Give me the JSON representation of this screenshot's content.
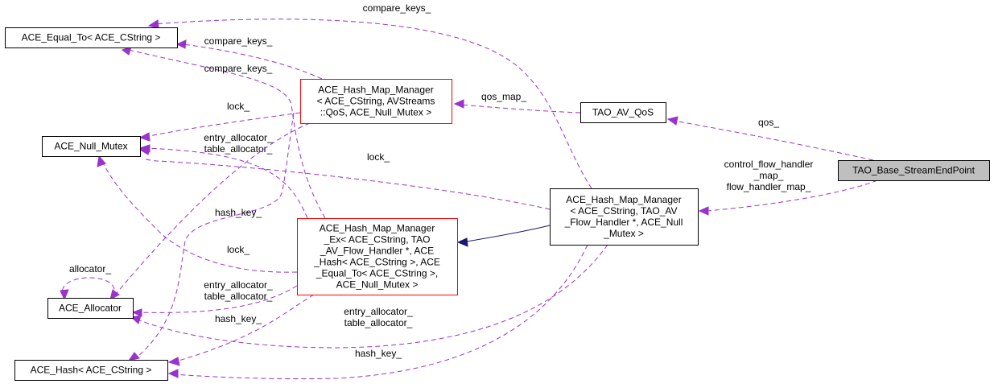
{
  "diagram": {
    "type": "collaboration-graph",
    "nodes": [
      {
        "id": "equal_to",
        "lines": [
          "ACE_Equal_To< ACE_CString >"
        ],
        "style": "normal"
      },
      {
        "id": "null_mutex",
        "lines": [
          "ACE_Null_Mutex"
        ],
        "style": "normal"
      },
      {
        "id": "allocator",
        "lines": [
          "ACE_Allocator"
        ],
        "style": "normal"
      },
      {
        "id": "hash",
        "lines": [
          "ACE_Hash< ACE_CString >"
        ],
        "style": "normal"
      },
      {
        "id": "hmm_qos",
        "lines": [
          "ACE_Hash_Map_Manager",
          "< ACE_CString, AVStreams",
          "::QoS, ACE_Null_Mutex >"
        ],
        "style": "red"
      },
      {
        "id": "hmm_ex",
        "lines": [
          "ACE_Hash_Map_Manager",
          "_Ex< ACE_CString, TAO",
          "_AV_Flow_Handler *, ACE",
          "_Hash< ACE_CString >, ACE",
          "_Equal_To< ACE_CString >,",
          "ACE_Null_Mutex >"
        ],
        "style": "red"
      },
      {
        "id": "tao_av_qos",
        "lines": [
          "TAO_AV_QoS"
        ],
        "style": "normal"
      },
      {
        "id": "hmm_flow",
        "lines": [
          "ACE_Hash_Map_Manager",
          "< ACE_CString, TAO_AV",
          "_Flow_Handler *, ACE_Null",
          "_Mutex >"
        ],
        "style": "normal"
      },
      {
        "id": "base_sep",
        "lines": [
          "TAO_Base_StreamEndPoint"
        ],
        "style": "current"
      }
    ],
    "edges": [
      {
        "id": "e1",
        "from": "hmm_flow",
        "to": "equal_to",
        "label": [
          "compare_keys_"
        ],
        "kind": "usage"
      },
      {
        "id": "e2",
        "from": "hmm_qos",
        "to": "equal_to",
        "label": [
          "compare_keys_"
        ],
        "kind": "usage"
      },
      {
        "id": "e3",
        "from": "hmm_ex",
        "to": "equal_to",
        "label": [
          "compare_keys_"
        ],
        "kind": "usage"
      },
      {
        "id": "e4",
        "from": "hmm_qos",
        "to": "null_mutex",
        "label": [
          "lock_"
        ],
        "kind": "usage"
      },
      {
        "id": "e5",
        "from": "hmm_ex",
        "to": "null_mutex",
        "label": [
          "entry_allocator_",
          "table_allocator_"
        ],
        "kind": "usage"
      },
      {
        "id": "e6",
        "from": "hmm_flow",
        "to": "null_mutex",
        "label": [
          "lock_"
        ],
        "kind": "usage"
      },
      {
        "id": "e7",
        "from": "hmm_ex",
        "to": "null_mutex",
        "label": [
          "lock_"
        ],
        "kind": "usage"
      },
      {
        "id": "e8",
        "from": "allocator",
        "to": "allocator",
        "label": [
          "allocator_"
        ],
        "kind": "usage"
      },
      {
        "id": "e9",
        "from": "hmm_qos",
        "to": "allocator",
        "label": [],
        "kind": "usage"
      },
      {
        "id": "e10",
        "from": "hmm_ex",
        "to": "allocator",
        "label": [
          "entry_allocator_",
          "table_allocator_"
        ],
        "kind": "usage"
      },
      {
        "id": "e11",
        "from": "hmm_flow",
        "to": "allocator",
        "label": [
          "entry_allocator_",
          "table_allocator_"
        ],
        "kind": "usage"
      },
      {
        "id": "e12",
        "from": "hmm_qos",
        "to": "hash",
        "label": [
          "hash_key_"
        ],
        "kind": "usage"
      },
      {
        "id": "e13",
        "from": "hmm_ex",
        "to": "hash",
        "label": [
          "hash_key_"
        ],
        "kind": "usage"
      },
      {
        "id": "e14",
        "from": "hmm_flow",
        "to": "hash",
        "label": [
          "hash_key_"
        ],
        "kind": "usage"
      },
      {
        "id": "e15",
        "from": "tao_av_qos",
        "to": "hmm_qos",
        "label": [
          "qos_map_"
        ],
        "kind": "usage"
      },
      {
        "id": "e16",
        "from": "base_sep",
        "to": "tao_av_qos",
        "label": [
          "qos_"
        ],
        "kind": "usage"
      },
      {
        "id": "e17",
        "from": "base_sep",
        "to": "hmm_flow",
        "label": [
          "control_flow_handler",
          "_map_",
          "flow_handler_map_"
        ],
        "kind": "usage"
      },
      {
        "id": "e18",
        "from": "hmm_flow",
        "to": "hmm_ex",
        "label": [],
        "kind": "inherit"
      }
    ],
    "colors": {
      "usage_edge": "#9a32cd",
      "inherit_edge": "#191970",
      "incomplete_border": "#ff0000",
      "current_fill": "#bfbfbf"
    }
  }
}
